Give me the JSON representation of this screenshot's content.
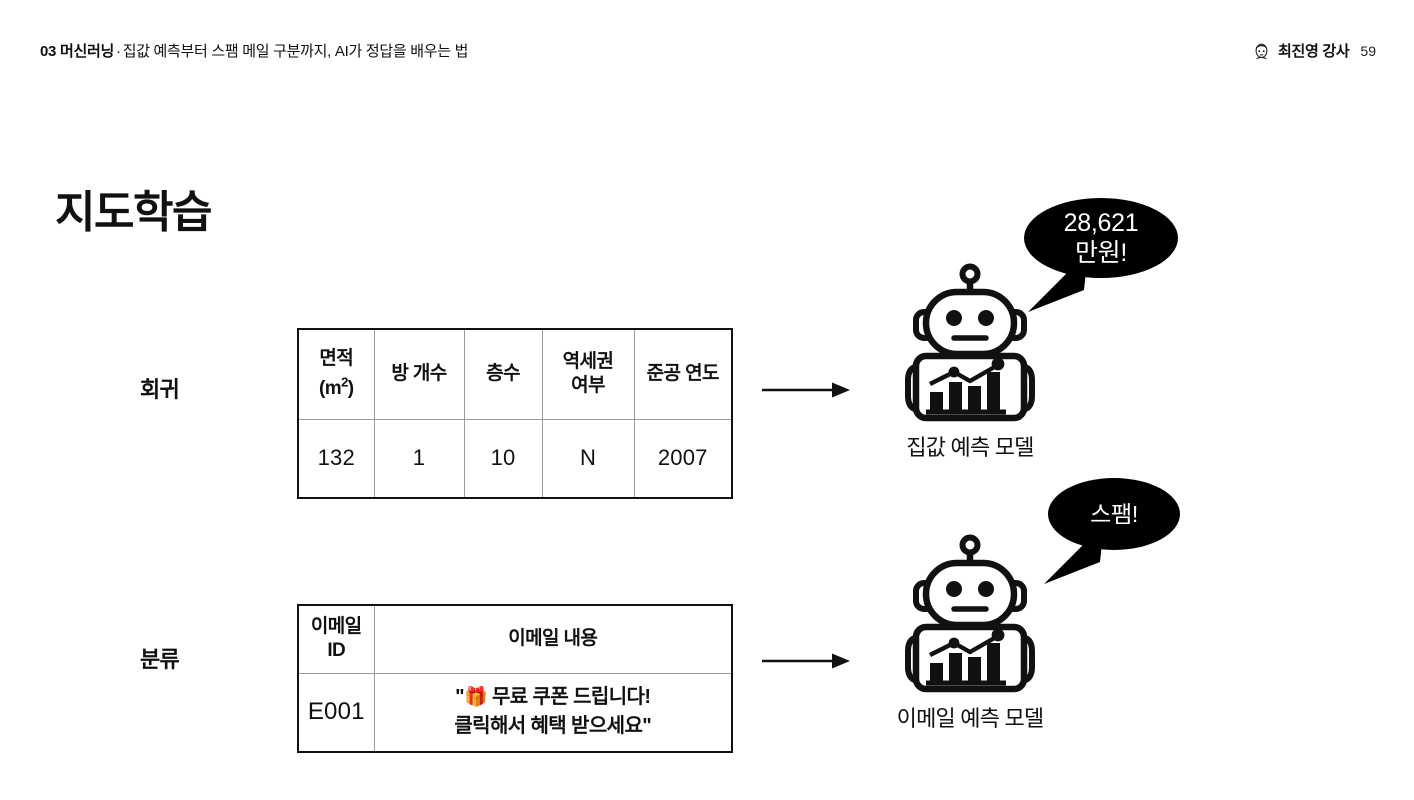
{
  "header": {
    "chapter_number": "03",
    "chapter_topic": "머신러닝",
    "separator": "·",
    "subtitle": "집값 예측부터 스팸 메일 구분까지,  AI가 정답을 배우는 법",
    "instructor_icon": "avatar-face-icon",
    "instructor_name": "최진영 강사",
    "page_number": "59"
  },
  "title": "지도학습",
  "sections": [
    {
      "label": "회귀",
      "table": {
        "headers": [
          "면적\n(m²)",
          "방 개수",
          "층수",
          "역세권\n여부",
          "준공 연도"
        ],
        "header_parts": [
          {
            "line1": "면적",
            "line2": "(m",
            "sup": "2",
            "line2_end": ")"
          },
          {
            "line1": "방 개수"
          },
          {
            "line1": "층수"
          },
          {
            "line1": "역세권",
            "line2": "여부"
          },
          {
            "line1": "준공 연도"
          }
        ],
        "rows": [
          [
            "132",
            "1",
            "10",
            "N",
            "2007"
          ]
        ]
      },
      "arrow_icon": "right-arrow-icon",
      "model": {
        "robot_icon": "robot-chart-icon",
        "caption": "집값 예측 모델",
        "bubble": "28,621\n만원!"
      }
    },
    {
      "label": "분류",
      "table": {
        "header_parts": [
          {
            "line1": "이메일",
            "line2": "ID"
          },
          {
            "line1": "이메일 내용"
          }
        ],
        "rows": [
          {
            "id": "E001",
            "content_prefix": "\"",
            "content_emoji": "🎁",
            "content_line1": " 무료 쿠폰 드립니다!",
            "content_line2": "클릭해서 혜택 받으세요\""
          }
        ]
      },
      "arrow_icon": "right-arrow-icon",
      "model": {
        "robot_icon": "robot-chart-icon",
        "caption": "이메일 예측 모델",
        "bubble": "스팸!"
      }
    }
  ],
  "colors": {
    "text": "#111111",
    "table_border_outer": "#111111",
    "table_border_inner": "#9b9b9b",
    "bubble_bg": "#000000",
    "bubble_text": "#ffffff",
    "background": "#ffffff"
  }
}
